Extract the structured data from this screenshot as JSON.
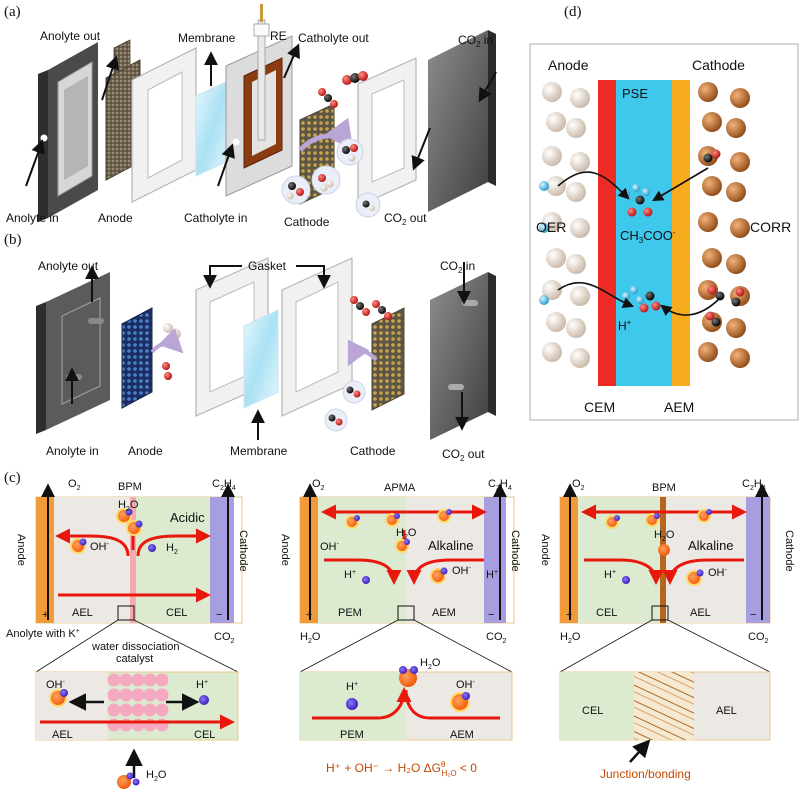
{
  "panel_a": {
    "label": "(a)",
    "anolyte_out": "Anolyte out",
    "membrane": "Membrane",
    "re": "RE",
    "catholyte_out": "Catholyte out",
    "co2_in": "CO",
    "co2_in_sub": "2",
    "co2_in_tail": " in",
    "anolyte_in": "Anolyte in",
    "anode": "Anode",
    "catholyte_in": "Catholyte in",
    "cathode": "Cathode",
    "co2_out": "CO",
    "co2_out_sub": "2",
    "co2_out_tail": " out"
  },
  "panel_b": {
    "label": "(b)",
    "anolyte_out": "Anolyte out",
    "gasket": "Gasket",
    "co2_in": "CO",
    "co2_in_sub": "2",
    "co2_in_tail": " in",
    "anolyte_in": "Anolyte in",
    "anode": "Anode",
    "membrane": "Membrane",
    "cathode": "Cathode",
    "co2_out": "CO",
    "co2_out_sub": "2",
    "co2_out_tail": " out"
  },
  "panel_d": {
    "label": "(d)",
    "anode": "Anode",
    "cathode": "Cathode",
    "pse": "PSE",
    "oer": "OER",
    "corr": "CORR",
    "acetate": "CH",
    "acetate_sub": "3",
    "acetate_tail": "COO",
    "acetate_sup": "-",
    "h_plus": "H",
    "h_plus_sup": "+",
    "cem": "CEM",
    "aem": "AEM",
    "colors": {
      "cem": "#ee2a24",
      "pse": "#3ec8ec",
      "aem": "#f6ac1c"
    }
  },
  "panel_c": {
    "label": "(c)",
    "left": {
      "o2": "O",
      "o2_sub": "2",
      "bpm": "BPM",
      "c2h4": "C",
      "c2h4_sub1": "2",
      "c2h4_mid": "H",
      "c2h4_sub2": "4",
      "h2o": "H",
      "h2o_sub": "2",
      "h2o_tail": "O",
      "acidic": "Acidic",
      "oh": "OH",
      "oh_sup": "-",
      "h2": "H",
      "h2_sub": "2",
      "anode": "Anode",
      "cathode": "Cathode",
      "plus": "+",
      "minus": "−",
      "ael": "AEL",
      "cel": "CEL",
      "anolyte_k": "Anolyte with K",
      "anolyte_k_sup": "+",
      "co2": "CO",
      "co2_sub": "2",
      "catalyst_1": "water dissociation",
      "catalyst_2": "catalyst",
      "zoom_oh": "OH",
      "zoom_oh_sup": "-",
      "zoom_h": "H",
      "zoom_h_sup": "+",
      "zoom_ael": "AEL",
      "zoom_cel": "CEL",
      "zoom_h2o": "H",
      "zoom_h2o_sub": "2",
      "zoom_h2o_tail": "O"
    },
    "middle": {
      "o2": "O",
      "o2_sub": "2",
      "apma": "APMA",
      "c2h4": "C",
      "c2h4_sub1": "2",
      "c2h4_mid": "H",
      "c2h4_sub2": "4",
      "h2o": "H",
      "h2o_sub": "2",
      "h2o_tail": "O",
      "alkaline": "Alkaline",
      "oh_left": "OH",
      "oh_left_sup": "-",
      "h_left": "H",
      "h_left_sup": "+",
      "oh": "OH",
      "oh_sup": "-",
      "h_right": "H",
      "h_right_sup": "+",
      "anode": "Anode",
      "cathode": "Cathode",
      "plus": "+",
      "minus": "−",
      "pem": "PEM",
      "aem": "AEM",
      "bottom_h2o": "H",
      "bottom_h2o_sub": "2",
      "bottom_h2o_tail": "O",
      "co2": "CO",
      "co2_sub": "2",
      "zoom_h": "H",
      "zoom_h_sup": "+",
      "zoom_oh": "OH",
      "zoom_oh_sup": "-",
      "zoom_h2o": "H",
      "zoom_h2o_sub": "2",
      "zoom_h2o_tail": "O",
      "zoom_pem": "PEM",
      "zoom_aem": "AEM",
      "equation": "H⁺ + OH⁻ → H₂O ΔG",
      "equation_sup": "θ",
      "equation_sub": "H₂O",
      "equation_tail": " < 0"
    },
    "right": {
      "o2": "O",
      "o2_sub": "2",
      "bpm": "BPM",
      "c2h4": "C",
      "c2h4_sub1": "2",
      "c2h4_mid": "H",
      "c2h4_sub2": "4",
      "h2o": "H",
      "h2o_sub": "2",
      "h2o_tail": "O",
      "alkaline": "Alkaline",
      "h_left": "H",
      "h_left_sup": "+",
      "oh": "OH",
      "oh_sup": "-",
      "anode": "Anode",
      "cathode": "Cathode",
      "plus": "+",
      "minus": "−",
      "cel": "CEL",
      "ael": "AEL",
      "bottom_h2o": "H",
      "bottom_h2o_sub": "2",
      "bottom_h2o_tail": "O",
      "co2": "CO",
      "co2_sub": "2",
      "zoom_cel": "CEL",
      "zoom_ael": "AEL",
      "junction": "Junction/bonding"
    }
  }
}
